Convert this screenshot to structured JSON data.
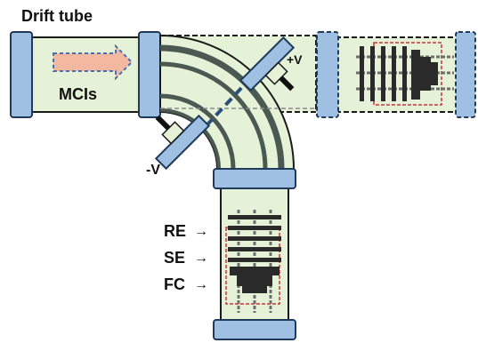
{
  "labels": {
    "drift_tube": "Drift tube",
    "mcis": "MCIs",
    "plus_v": "+V",
    "minus_v": "-V",
    "re": "RE",
    "se": "SE",
    "fc": "FC",
    "arrow": "→"
  },
  "colors": {
    "tube_fill": "#e6f2d8",
    "tube_stroke": "#1a1a1a",
    "flange_fill": "#9fbfe3",
    "flange_stroke": "#1f3a5a",
    "rail": "#4a5a52",
    "beam_arrow": "#f2b8a0",
    "beam_arrow_outline": "#4a6fb0",
    "detector_box": "#c8333a",
    "electrode": "#2a2a2a",
    "support_line": "#2b4f7a"
  }
}
